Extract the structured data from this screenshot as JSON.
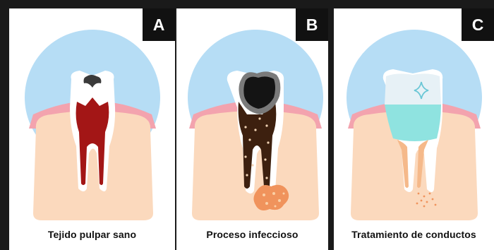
{
  "colors": {
    "background": "#1a1a1a",
    "panel": "#ffffff",
    "halo": "#b6ddf5",
    "gum_pink": "#f3a3ae",
    "bone": "#fbd9bd",
    "enamel": "#ffffff",
    "healthy_pulp": "#a31616",
    "infected_pulp": "#3d200f",
    "decay": "#141414",
    "decay_rim": "#7a7a7a",
    "abscess": "#f0935c",
    "filling": "#8fe3e0",
    "crown_cap": "#e7f1f6",
    "root_fill": "#f5b98a",
    "badge_bg": "#111111",
    "badge_text": "#ffffff"
  },
  "panels": [
    {
      "id": "A",
      "badge": "A",
      "caption": "Tejido pulpar sano",
      "state": "healthy",
      "icons": [
        "tooth-icon",
        "pulp-icon",
        "cavity-icon"
      ]
    },
    {
      "id": "B",
      "badge": "B",
      "caption": "Proceso infeccioso",
      "state": "infected",
      "icons": [
        "tooth-icon",
        "decay-icon",
        "abscess-icon"
      ]
    },
    {
      "id": "C",
      "badge": "C",
      "caption": "Tratamiento de conductos",
      "state": "treated",
      "icons": [
        "tooth-icon",
        "sparkle-icon",
        "root-filling-icon"
      ]
    }
  ]
}
